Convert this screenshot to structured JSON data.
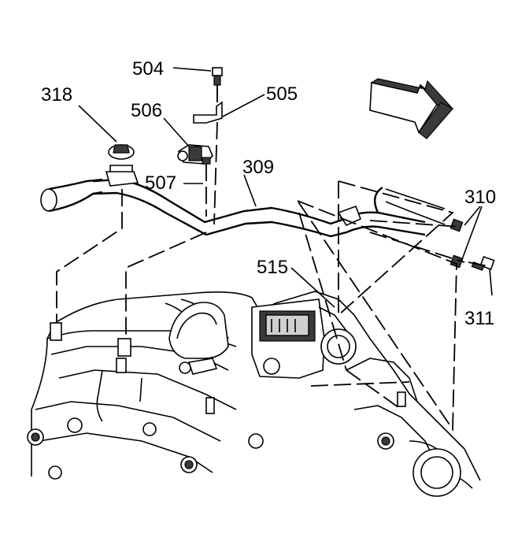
{
  "diagram": {
    "callouts": {
      "c504": "504",
      "c505": "505",
      "c318": "318",
      "c506": "506",
      "c309": "309",
      "c507": "507",
      "c310": "310",
      "c515": "515",
      "c311": "311"
    },
    "icons": {
      "direction_arrow": "forward-direction-arrow-icon"
    },
    "colors": {
      "ink": "#000000",
      "paper": "#ffffff",
      "shade": "#cfcfcf"
    }
  }
}
